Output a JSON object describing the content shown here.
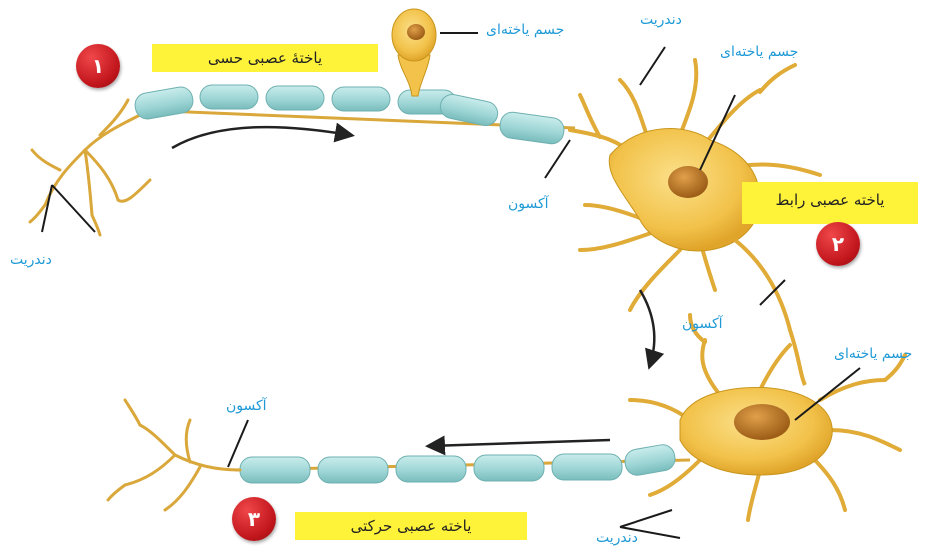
{
  "banners": {
    "sensory": "یاختهٔ عصبی حسی",
    "interneuron": "یاخته عصبی رابط",
    "motor": "یاخته عصبی حرکتی"
  },
  "badges": {
    "one": "۱",
    "two": "۲",
    "three": "۳"
  },
  "labels": {
    "sensory_cell_body": "جسم یاخته‌ای",
    "sensory_dendrite": "دندریت",
    "sensory_axon": "آکسون",
    "inter_dendrite": "دندریت",
    "inter_cell_body": "جسم یاخته‌ای",
    "inter_axon": "آکسون",
    "motor_cell_body": "جسم یاخته‌ای",
    "motor_axon": "آکسون",
    "motor_dendrite": "دندریت"
  },
  "colors": {
    "neuron_fill": "#f2c24a",
    "neuron_stroke": "#c9961c",
    "myelin": "#9fd6d6",
    "nucleus": "#b8741f",
    "label_text": "#1f9ad6",
    "banner_bg": "#fff33a",
    "badge_bg": "#d01d22"
  }
}
